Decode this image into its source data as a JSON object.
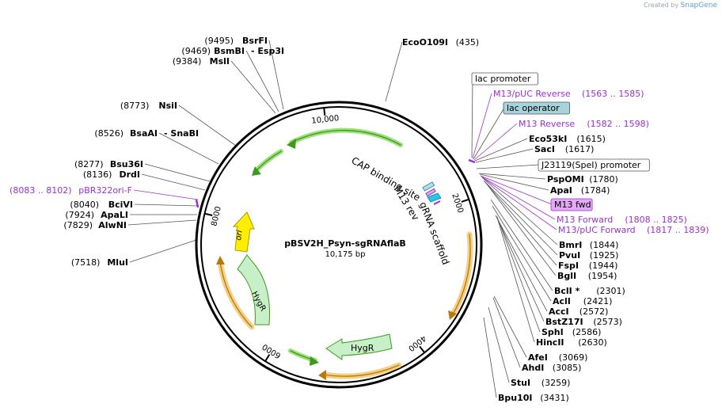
{
  "credit": {
    "prefix": "Created by",
    "brand": "SnapGene"
  },
  "plasmid": {
    "name": "pBSV2H_Psyn-sgRNAflaB",
    "size_label": "10,175 bp",
    "length": 10175
  },
  "ticks": [
    {
      "pos": 2000,
      "label": "2000"
    },
    {
      "pos": 4000,
      "label": "4000"
    },
    {
      "pos": 6000,
      "label": "6000"
    },
    {
      "pos": 8000,
      "label": "8000"
    },
    {
      "pos": 10000,
      "label": "10,000"
    }
  ],
  "colors": {
    "purple": "#9b30d0",
    "black": "#000000",
    "arrow_green": "#43a818",
    "orf_fill": "#ffe8b0",
    "orf_stroke": "#e09a2a",
    "hygr_fill": "#c8f0c8",
    "ori_fill": "#ffee00"
  },
  "features_inner": [
    {
      "name": "CAP binding site",
      "icon": "cap-site"
    },
    {
      "name": "gRNA scaffold",
      "icon": "grna-scaffold"
    },
    {
      "name": "M13 rev",
      "icon": "m13-rev"
    },
    {
      "name": "HygR",
      "icon": "hygr-arrow-1"
    },
    {
      "name": "HygR",
      "icon": "hygr-arrow-2"
    },
    {
      "name": "ori",
      "icon": "ori-arrow"
    }
  ],
  "labels_right": [
    {
      "text": "EcoO109I",
      "pos": "(435)",
      "kind": "site"
    },
    {
      "text": "lac promoter",
      "kind": "boxed"
    },
    {
      "text": "M13/pUC Reverse",
      "pos": "(1563 .. 1585)",
      "kind": "primer"
    },
    {
      "text": "lac operator",
      "kind": "boxed-blue"
    },
    {
      "text": "M13 Reverse",
      "pos": "(1582 .. 1598)",
      "kind": "primer"
    },
    {
      "text": "Eco53kI",
      "pos": "(1615)",
      "kind": "site"
    },
    {
      "text": "SacI",
      "pos": "(1617)",
      "kind": "site"
    },
    {
      "text": "J23119(SpeI) promoter",
      "kind": "boxed"
    },
    {
      "text": "PspOMI",
      "pos": "(1780)",
      "kind": "site"
    },
    {
      "text": "ApaI",
      "pos": "(1784)",
      "kind": "site"
    },
    {
      "text": "M13 fwd",
      "kind": "boxed-purple"
    },
    {
      "text": "M13 Forward",
      "pos": "(1808 .. 1825)",
      "kind": "primer"
    },
    {
      "text": "M13/pUC Forward",
      "pos": "(1817 .. 1839)",
      "kind": "primer"
    },
    {
      "text": "BmrI",
      "pos": "(1844)",
      "kind": "site"
    },
    {
      "text": "PvuI",
      "pos": "(1925)",
      "kind": "site"
    },
    {
      "text": "FspI",
      "pos": "(1944)",
      "kind": "site"
    },
    {
      "text": "BglI",
      "pos": "(1954)",
      "kind": "site"
    },
    {
      "text": "BclI *",
      "pos": "(2301)",
      "kind": "site"
    },
    {
      "text": "AclI",
      "pos": "(2421)",
      "kind": "site"
    },
    {
      "text": "AccI",
      "pos": "(2572)",
      "kind": "site"
    },
    {
      "text": "BstZ17I",
      "pos": "(2573)",
      "kind": "site"
    },
    {
      "text": "SphI",
      "pos": "(2586)",
      "kind": "site"
    },
    {
      "text": "HincII",
      "pos": "(2630)",
      "kind": "site"
    },
    {
      "text": "AfeI",
      "pos": "(3069)",
      "kind": "site"
    },
    {
      "text": "AhdI",
      "pos": "(3085)",
      "kind": "site"
    },
    {
      "text": "StuI",
      "pos": "(3259)",
      "kind": "site"
    },
    {
      "text": "Bpu10I",
      "pos": "(3431)",
      "kind": "site"
    }
  ],
  "labels_left": [
    {
      "text": "BsrFI",
      "pos": "(9495)",
      "kind": "site"
    },
    {
      "text": "BsmBI",
      "pos": "(9469)",
      "extra": "- Esp3I",
      "kind": "site"
    },
    {
      "text": "MslI",
      "pos": "(9384)",
      "kind": "site"
    },
    {
      "text": "NsiI",
      "pos": "(8773)",
      "kind": "site"
    },
    {
      "text": "BsaAI",
      "pos": "(8526)",
      "extra": "- SnaBI",
      "kind": "site"
    },
    {
      "text": "Bsu36I",
      "pos": "(8277)",
      "kind": "site"
    },
    {
      "text": "DrdI",
      "pos": "(8136)",
      "kind": "site"
    },
    {
      "text": "pBR322ori-F",
      "pos": "(8083 .. 8102)",
      "kind": "primer"
    },
    {
      "text": "BciVI",
      "pos": "(8040)",
      "kind": "site"
    },
    {
      "text": "ApaLI",
      "pos": "(7924)",
      "kind": "site"
    },
    {
      "text": "AlwNI",
      "pos": "(7829)",
      "kind": "site"
    },
    {
      "text": "MluI",
      "pos": "(7518)",
      "kind": "site"
    }
  ]
}
